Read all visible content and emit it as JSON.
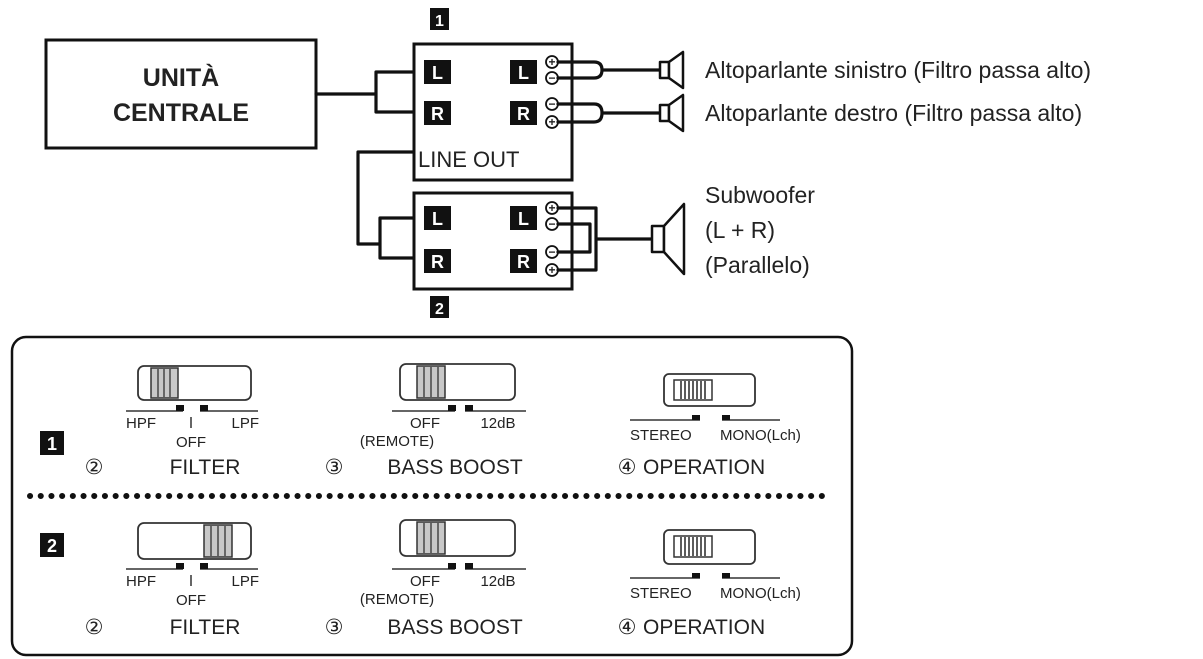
{
  "diagram": {
    "head_unit": {
      "line1": "UNITÀ",
      "line2": "CENTRALE"
    },
    "amp1": {
      "number": "1",
      "ch_l": "L",
      "ch_r": "R",
      "line_out": "LINE OUT"
    },
    "amp2": {
      "number": "2",
      "ch_l": "L",
      "ch_r": "R"
    },
    "terminals": {
      "plus": "+",
      "minus": "−"
    },
    "speakers": {
      "left": "Altoparlante sinistro (Filtro passa alto)",
      "right": "Altoparlante destro (Filtro passa alto)",
      "sub_line1": "Subwoofer",
      "sub_line2": "(L + R)",
      "sub_line3": "(Parallelo)"
    }
  },
  "settings": {
    "rows": [
      {
        "badge": "1",
        "filter": {
          "num": "②",
          "title": "FILTER",
          "opt_left": "HPF",
          "opt_mid": "OFF",
          "opt_right": "LPF"
        },
        "bass": {
          "num": "③",
          "title": "BASS BOOST",
          "opt_left1": "OFF",
          "opt_left2": "(REMOTE)",
          "opt_right": "12dB"
        },
        "operation": {
          "num": "④",
          "title": "OPERATION",
          "opt_left": "STEREO",
          "opt_right": "MONO(Lch)"
        }
      },
      {
        "badge": "2",
        "filter": {
          "num": "②",
          "title": "FILTER",
          "opt_left": "HPF",
          "opt_mid": "OFF",
          "opt_right": "LPF"
        },
        "bass": {
          "num": "③",
          "title": "BASS BOOST",
          "opt_left1": "OFF",
          "opt_left2": "(REMOTE)",
          "opt_right": "12dB"
        },
        "operation": {
          "num": "④",
          "title": "OPERATION",
          "opt_left": "STEREO",
          "opt_right": "MONO(Lch)"
        }
      }
    ]
  }
}
